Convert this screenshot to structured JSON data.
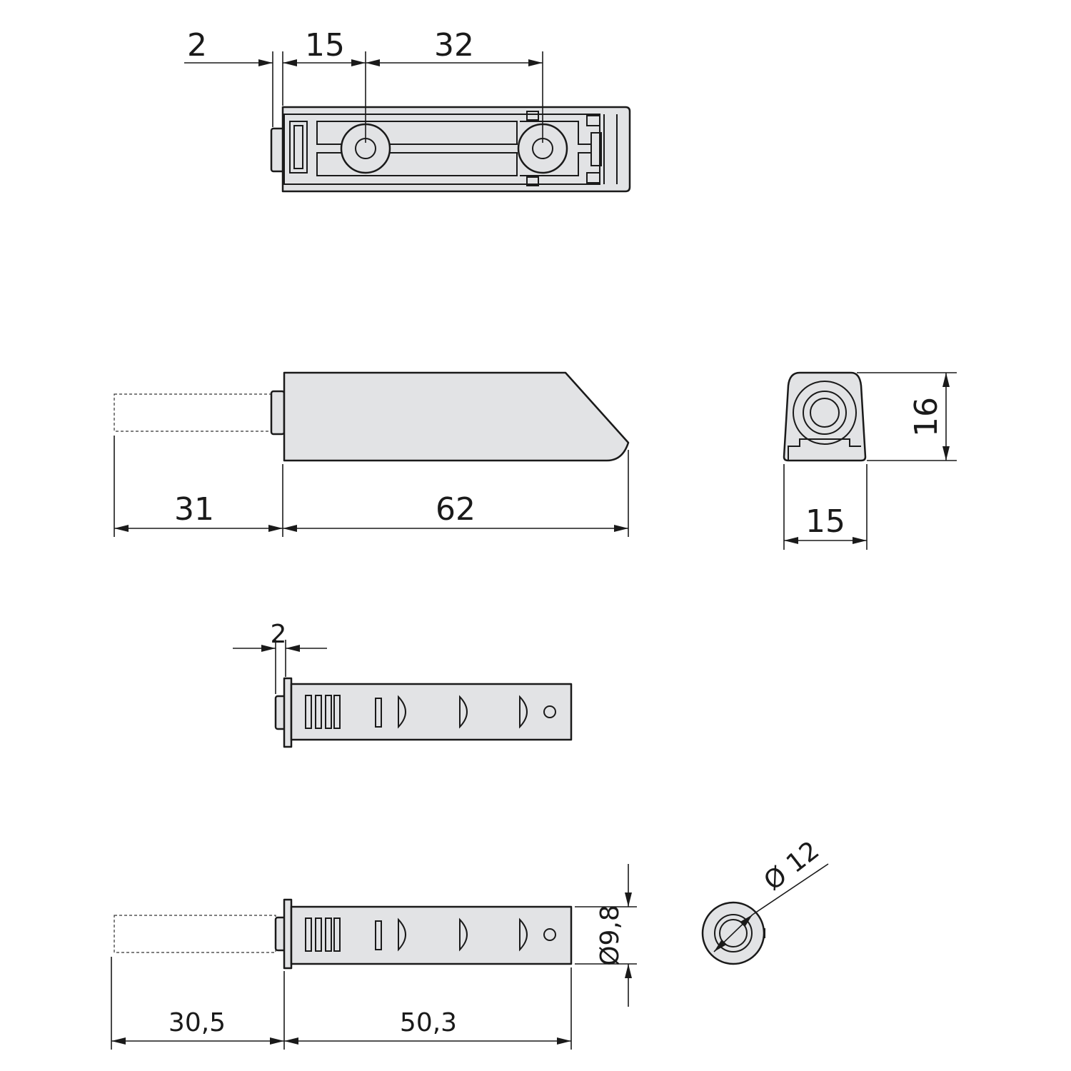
{
  "drawing": {
    "top_view": {
      "dim_cap": "2",
      "dim_hole1": "15",
      "dim_hole_spacing": "32"
    },
    "side_view": {
      "dim_plunger": "31",
      "dim_body_length": "62"
    },
    "end_view": {
      "dim_height": "16",
      "dim_width": "15"
    },
    "plunger_view": {
      "dim_flange": "2"
    },
    "plunger_extended_view": {
      "dim_extension": "30,5",
      "dim_length": "50,3",
      "dim_diameter": "Ø9,8"
    },
    "round_view": {
      "dim_diameter": "Ø 12"
    }
  }
}
